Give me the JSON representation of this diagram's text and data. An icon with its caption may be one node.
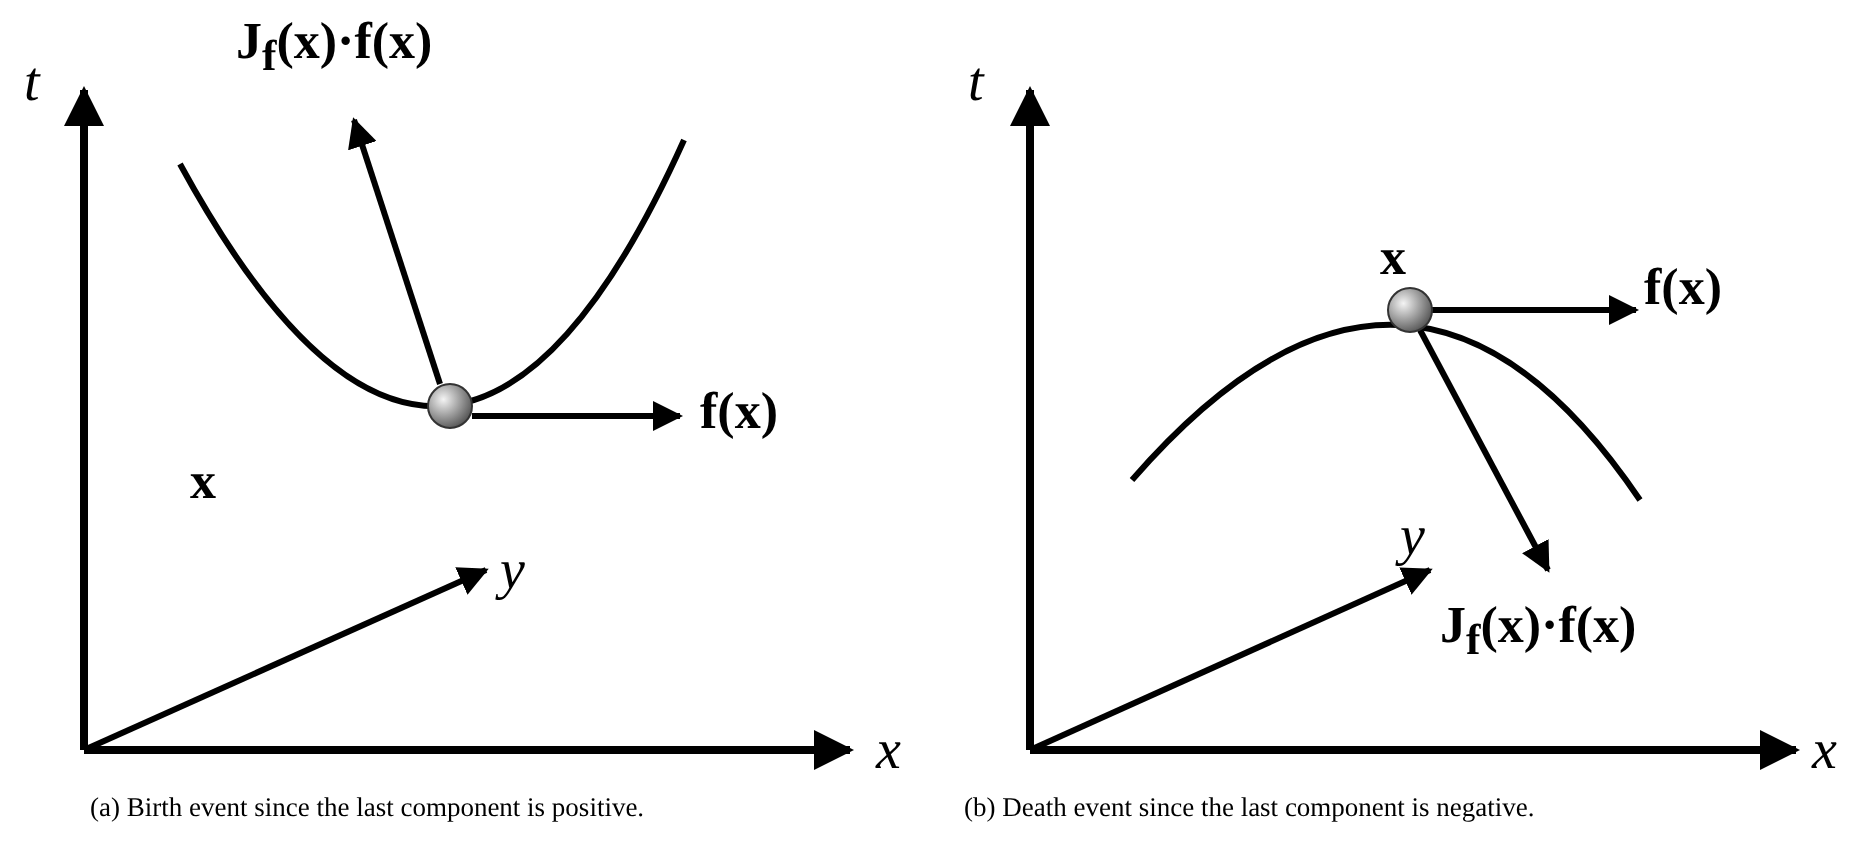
{
  "diagram": {
    "labels": [
      "t",
      "J$_{f}$(x)·f(x)",
      "f(x)",
      "x",
      "y",
      "x",
      "(a) Birth event since the last component is positive.",
      "t",
      "x",
      "f(x)",
      "y",
      "J$_{f}$(x)·f(x)",
      "x",
      "(b) Death event since the last component is negative."
    ]
  }
}
